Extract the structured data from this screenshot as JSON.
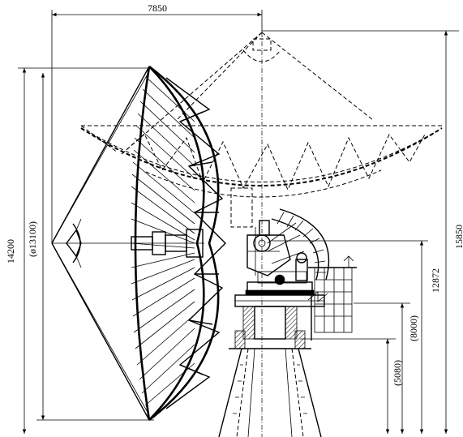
{
  "dimensions": {
    "top_width": "7850",
    "overall_height": "14200",
    "dish_diameter": "(ø13100)",
    "elevation_axis_height": "12872",
    "stowed_height": "15850",
    "platform_height": "(8000)",
    "pedestal_height": "(5080)"
  },
  "icons": {
    "arrow": "arrowhead-icon"
  }
}
